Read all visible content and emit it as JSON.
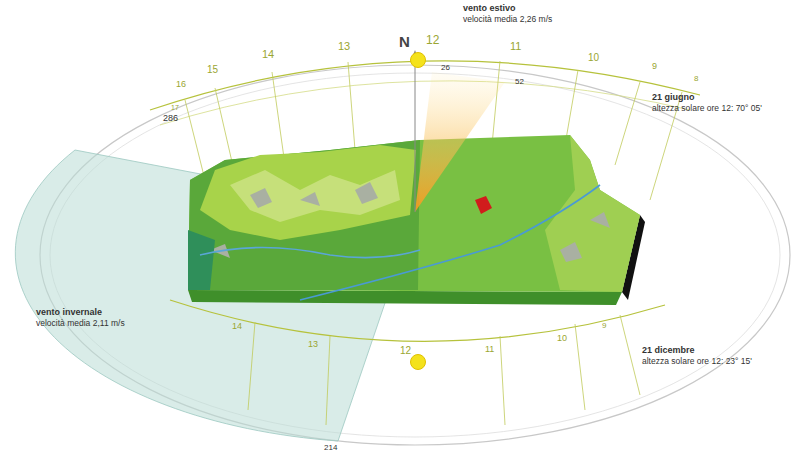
{
  "diagram": {
    "labels": [
      "vento estivo",
      "velocità media 2,26 m/s",
      "N",
      "12",
      "26",
      "52",
      "17",
      "16",
      "15",
      "14",
      "13",
      "11",
      "10",
      "9",
      "8",
      "21 giugno",
      "altezza solare ore 12: 70° 05'",
      "286",
      "vento invernale",
      "velocità media 2,11 m/s",
      "21 dicembre",
      "altezza solare ore 12: 23° 15'",
      "14",
      "13",
      "12",
      "11",
      "10",
      "9",
      "214"
    ]
  }
}
